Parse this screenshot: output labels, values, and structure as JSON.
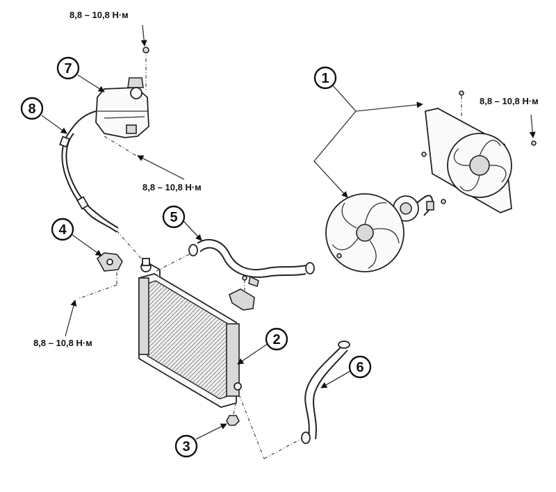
{
  "callouts": [
    {
      "id": "1",
      "label": "1"
    },
    {
      "id": "2",
      "label": "2"
    },
    {
      "id": "3",
      "label": "3"
    },
    {
      "id": "4",
      "label": "4"
    },
    {
      "id": "5",
      "label": "5"
    },
    {
      "id": "6",
      "label": "6"
    },
    {
      "id": "7",
      "label": "7"
    },
    {
      "id": "8",
      "label": "8"
    }
  ],
  "torque_labels": [
    {
      "id": "top",
      "text": "8,8 – 10,8 Н·м"
    },
    {
      "id": "tank-bracket",
      "text": "8,8 – 10,8 Н·м"
    },
    {
      "id": "fan-shroud",
      "text": "8,8 – 10,8 Н·м"
    },
    {
      "id": "radiator-bracket",
      "text": "8,8 – 10,8 Н·м"
    }
  ]
}
